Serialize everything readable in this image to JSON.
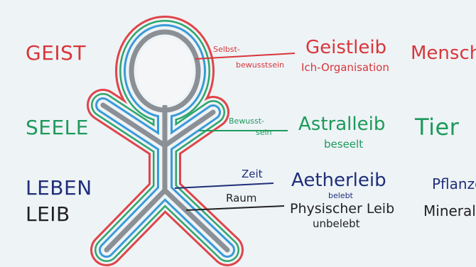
{
  "left_column": {
    "geist": "GEIST",
    "seele": "SEELE",
    "leben": "LEBEN",
    "leib": "LEIB"
  },
  "annotations": {
    "selbstbewusstsein_1": "Selbst-",
    "selbstbewusstsein_2": "bewusstsein",
    "bewusstsein_1": "Bewusst-",
    "bewusstsein_2": "sein",
    "zeit": "Zeit",
    "raum": "Raum"
  },
  "bodies": {
    "geistleib": "Geistleib",
    "ich_organisation": "Ich-Organisation",
    "astralleib": "Astralleib",
    "beseelt": "beseelt",
    "aetherleib": "Aetherleib",
    "belebt": "belebt",
    "physischer_leib": "Physischer Leib",
    "unbelebt": "unbelebt"
  },
  "right_column": {
    "mensch": "Mensch",
    "tier": "Tier",
    "pflanze": "Pflanze",
    "mineral": "Mineral"
  },
  "colors": {
    "red": "#d8363a",
    "green": "#1d9a5b",
    "navy": "#1f2f7a",
    "blue": "#3a9ad8",
    "gray": "#8b9096",
    "background": "#eef3f6"
  }
}
